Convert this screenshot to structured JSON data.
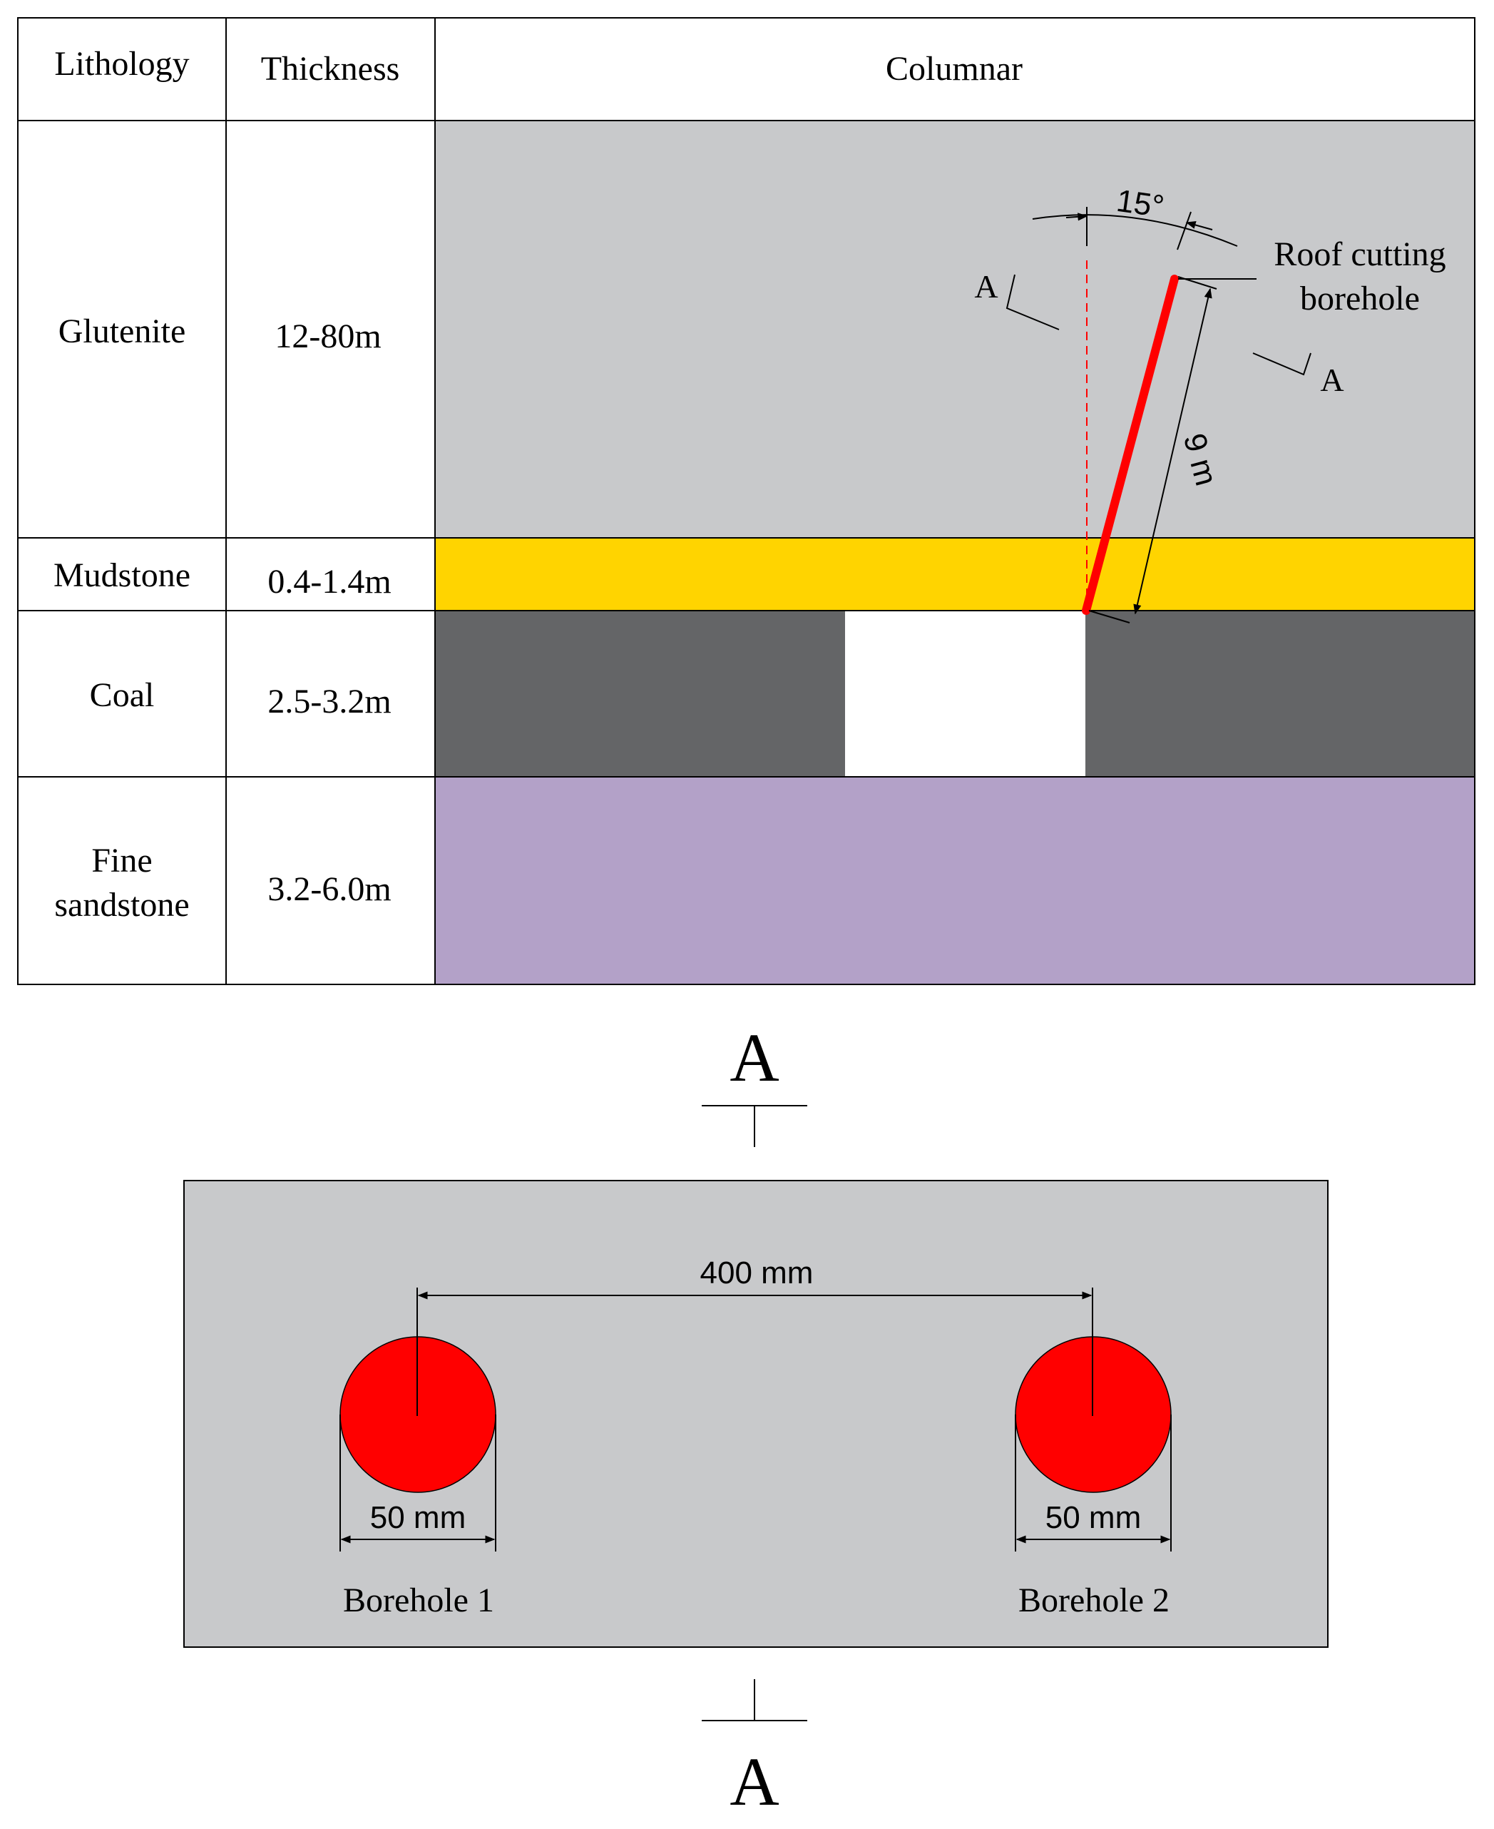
{
  "table": {
    "headers": {
      "lithology": "Lithology",
      "thickness": "Thickness",
      "columnar": "Columnar"
    },
    "rows": [
      {
        "lithology": [
          "Glutenite"
        ],
        "thickness": "12-80m",
        "color": "#c8c9cb"
      },
      {
        "lithology": [
          "Mudstone"
        ],
        "thickness": "0.4-1.4m",
        "color": "#ffd400"
      },
      {
        "lithology": [
          "Coal"
        ],
        "thickness": "2.5-3.2m",
        "color": "#646567"
      },
      {
        "lithology": [
          "Fine",
          "sandstone"
        ],
        "thickness": "3.2-6.0m",
        "color": "#b3a1c8"
      }
    ]
  },
  "borehole_profile": {
    "angle_label": "15°",
    "length_label": "9 m",
    "callout_line1": "Roof cutting",
    "callout_line2": "borehole",
    "section_mark": "A",
    "borehole_color": "#ff0000"
  },
  "section_view": {
    "title_top": "A",
    "title_bottom": "A",
    "spacing_label": "400 mm",
    "boreholes": [
      {
        "name": "Borehole 1",
        "diameter_label": "50 mm"
      },
      {
        "name": "Borehole 2",
        "diameter_label": "50 mm"
      }
    ],
    "background_color": "#c8c9cb"
  }
}
